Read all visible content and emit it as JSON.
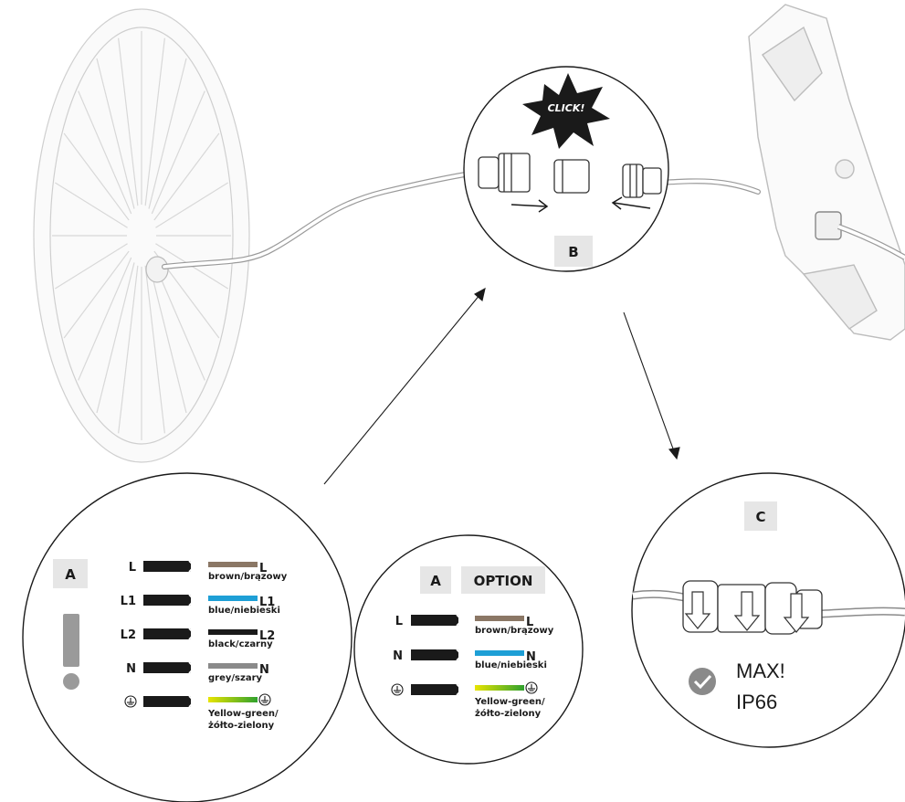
{
  "step_b": {
    "tag": "B",
    "click_label": "CLICK!"
  },
  "step_c": {
    "tag": "C",
    "max_label": "MAX!",
    "rating_label": "IP66"
  },
  "panel_a": {
    "tag": "A",
    "rows": [
      {
        "left": "L",
        "right": "L",
        "color_name": "brown/brązowy",
        "color": "#8b7765"
      },
      {
        "left": "L1",
        "right": "L1",
        "color_name": "blue/niebieski",
        "color": "#1e9fd6"
      },
      {
        "left": "L2",
        "right": "L2",
        "color_name": "black/czarny",
        "color": "#1a1a1a"
      },
      {
        "left": "N",
        "right": "N",
        "color_name": "grey/szary",
        "color": "#8a8a8a"
      }
    ],
    "earth": {
      "color_name_1": "Yellow-green/",
      "color_name_2": "żółto-zielony"
    }
  },
  "panel_option": {
    "tag": "A",
    "option_label": "OPTION",
    "rows": [
      {
        "left": "L",
        "right": "L",
        "color_name": "brown/brązowy",
        "color": "#8b7765"
      },
      {
        "left": "N",
        "right": "N",
        "color_name": "blue/niebieski",
        "color": "#1e9fd6"
      }
    ],
    "earth": {
      "color_name_1": "Yellow-green/",
      "color_name_2": "żółto-zielony"
    }
  },
  "colors": {
    "ink": "#1a1a1a",
    "tag_bg": "#e6e6e6",
    "check": "#8a8a8a",
    "drawing": "#d0d0d0"
  }
}
